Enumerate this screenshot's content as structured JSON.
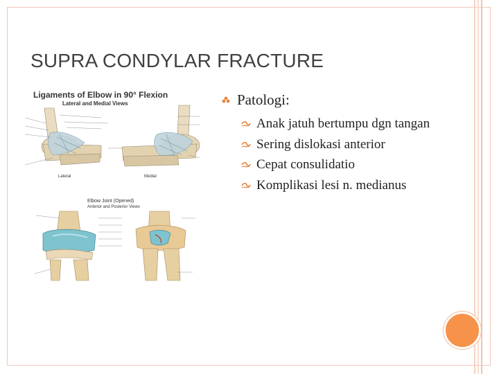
{
  "slide": {
    "title": "SUPRA CONDYLAR FRACTURE",
    "accent_color": "#f7924a",
    "frame_color": "#f0c8b8"
  },
  "figure_top": {
    "heading": "Ligaments of Elbow in 90° Flexion",
    "subheading": "Lateral and Medial Views",
    "labels": {
      "lateral": "Lateral",
      "medial": "Medial"
    }
  },
  "figure_bottom": {
    "heading": "Elbow Joint (Opened)",
    "subheading": "Anterior and Posterior Views"
  },
  "content": {
    "heading": "Patologi:",
    "items": [
      "Anak jatuh bertumpu dgn tangan",
      "Sering dislokasi anterior",
      "Cepat consulidatio",
      "Komplikasi lesi n. medianus"
    ]
  }
}
